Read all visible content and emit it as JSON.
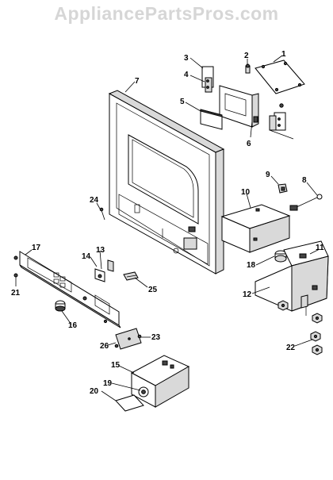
{
  "watermark": "AppliancePartsPros.com",
  "callouts": [
    {
      "id": "1",
      "label": "1"
    },
    {
      "id": "2",
      "label": "2"
    },
    {
      "id": "3",
      "label": "3"
    },
    {
      "id": "4",
      "label": "4"
    },
    {
      "id": "5",
      "label": "5"
    },
    {
      "id": "6",
      "label": "6"
    },
    {
      "id": "7",
      "label": "7"
    },
    {
      "id": "8",
      "label": "8"
    },
    {
      "id": "9",
      "label": "9"
    },
    {
      "id": "10",
      "label": "10"
    },
    {
      "id": "11",
      "label": "11"
    },
    {
      "id": "12",
      "label": "12"
    },
    {
      "id": "13",
      "label": "13"
    },
    {
      "id": "14",
      "label": "14"
    },
    {
      "id": "15",
      "label": "15"
    },
    {
      "id": "16",
      "label": "16"
    },
    {
      "id": "17",
      "label": "17"
    },
    {
      "id": "18",
      "label": "18"
    },
    {
      "id": "19",
      "label": "19"
    },
    {
      "id": "20",
      "label": "20"
    },
    {
      "id": "21",
      "label": "21"
    },
    {
      "id": "22",
      "label": "22"
    },
    {
      "id": "23",
      "label": "23"
    },
    {
      "id": "24",
      "label": "24"
    },
    {
      "id": "25",
      "label": "25"
    },
    {
      "id": "26",
      "label": "26"
    }
  ]
}
